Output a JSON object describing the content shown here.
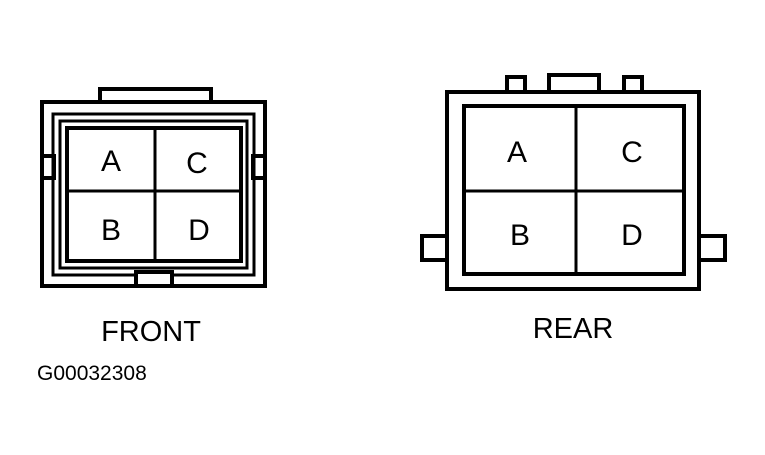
{
  "front": {
    "caption": "FRONT",
    "pins": {
      "a": "A",
      "b": "B",
      "c": "C",
      "d": "D"
    }
  },
  "rear": {
    "caption": "REAR",
    "pins": {
      "a": "A",
      "b": "B",
      "c": "C",
      "d": "D"
    }
  },
  "figure_id": "G00032308"
}
